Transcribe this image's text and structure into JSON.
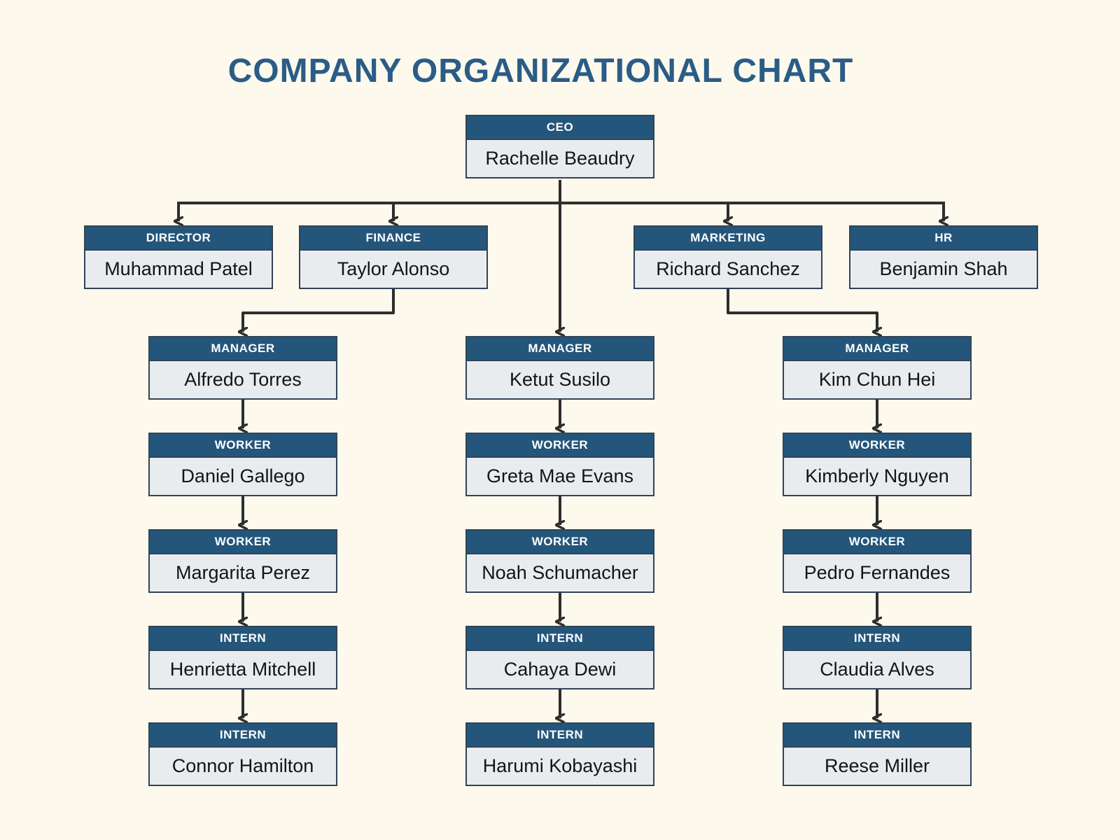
{
  "title": "COMPANY ORGANIZATIONAL CHART",
  "colors": {
    "background": "#FDF9EC",
    "title_blue": "#2A5C87",
    "header_blue": "#24567B",
    "box_fill": "#E9ECEF",
    "box_border": "#304457",
    "connector": "#2E2E2E"
  },
  "org": {
    "ceo": {
      "role": "CEO",
      "name": "Rachelle Beaudry"
    },
    "level2": [
      {
        "role": "DIRECTOR",
        "name": "Muhammad Patel"
      },
      {
        "role": "FINANCE",
        "name": "Taylor Alonso"
      },
      {
        "role": "MARKETING",
        "name": "Richard Sanchez"
      },
      {
        "role": "HR",
        "name": "Benjamin Shah"
      }
    ],
    "finance_branch": [
      {
        "role": "MANAGER",
        "name": "Alfredo Torres"
      },
      {
        "role": "WORKER",
        "name": "Daniel Gallego"
      },
      {
        "role": "WORKER",
        "name": "Margarita Perez"
      },
      {
        "role": "INTERN",
        "name": "Henrietta Mitchell"
      },
      {
        "role": "INTERN",
        "name": "Connor Hamilton"
      }
    ],
    "ceo_branch": [
      {
        "role": "MANAGER",
        "name": "Ketut Susilo"
      },
      {
        "role": "WORKER",
        "name": "Greta Mae Evans"
      },
      {
        "role": "WORKER",
        "name": "Noah Schumacher"
      },
      {
        "role": "INTERN",
        "name": "Cahaya Dewi"
      },
      {
        "role": "INTERN",
        "name": "Harumi Kobayashi"
      }
    ],
    "marketing_branch": [
      {
        "role": "MANAGER",
        "name": "Kim Chun Hei"
      },
      {
        "role": "WORKER",
        "name": "Kimberly Nguyen"
      },
      {
        "role": "WORKER",
        "name": "Pedro Fernandes"
      },
      {
        "role": "INTERN",
        "name": "Claudia Alves"
      },
      {
        "role": "INTERN",
        "name": "Reese Miller"
      }
    ],
    "edges": [
      {
        "from": "Rachelle Beaudry",
        "to": "Muhammad Patel"
      },
      {
        "from": "Rachelle Beaudry",
        "to": "Taylor Alonso"
      },
      {
        "from": "Rachelle Beaudry",
        "to": "Richard Sanchez"
      },
      {
        "from": "Rachelle Beaudry",
        "to": "Benjamin Shah"
      },
      {
        "from": "Rachelle Beaudry",
        "to": "Ketut Susilo"
      },
      {
        "from": "Taylor Alonso",
        "to": "Alfredo Torres"
      },
      {
        "from": "Richard Sanchez",
        "to": "Kim Chun Hei"
      },
      {
        "from": "Alfredo Torres",
        "to": "Daniel Gallego"
      },
      {
        "from": "Daniel Gallego",
        "to": "Margarita Perez"
      },
      {
        "from": "Margarita Perez",
        "to": "Henrietta Mitchell"
      },
      {
        "from": "Henrietta Mitchell",
        "to": "Connor Hamilton"
      },
      {
        "from": "Ketut Susilo",
        "to": "Greta Mae Evans"
      },
      {
        "from": "Greta Mae Evans",
        "to": "Noah Schumacher"
      },
      {
        "from": "Noah Schumacher",
        "to": "Cahaya Dewi"
      },
      {
        "from": "Cahaya Dewi",
        "to": "Harumi Kobayashi"
      },
      {
        "from": "Kim Chun Hei",
        "to": "Kimberly Nguyen"
      },
      {
        "from": "Kimberly Nguyen",
        "to": "Pedro Fernandes"
      },
      {
        "from": "Pedro Fernandes",
        "to": "Claudia Alves"
      },
      {
        "from": "Claudia Alves",
        "to": "Reese Miller"
      }
    ]
  }
}
